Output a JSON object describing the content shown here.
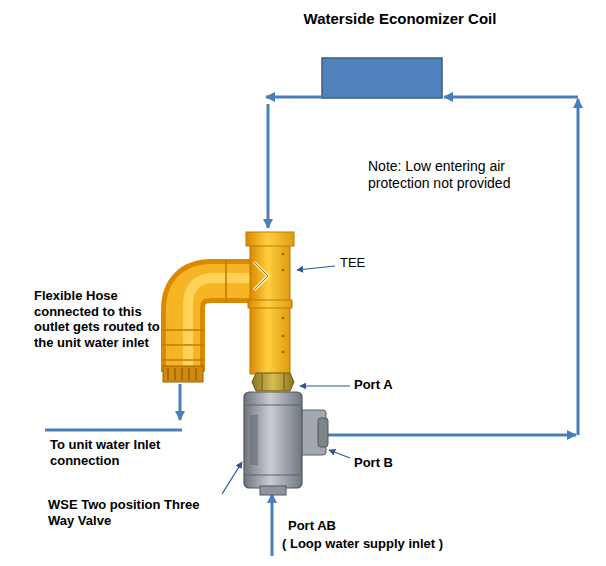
{
  "diagram": {
    "title": "Waterside Economizer Coil",
    "labels": [
      "Note: Low entering air protection not provided",
      "TEE",
      "Flexible Hose connected to this outlet gets routed to the unit water inlet",
      "Port A",
      "To unit water Inlet connection",
      "Port B",
      "WSE Two position Three Way Valve",
      "Port AB",
      "( Loop water supply inlet )"
    ]
  }
}
